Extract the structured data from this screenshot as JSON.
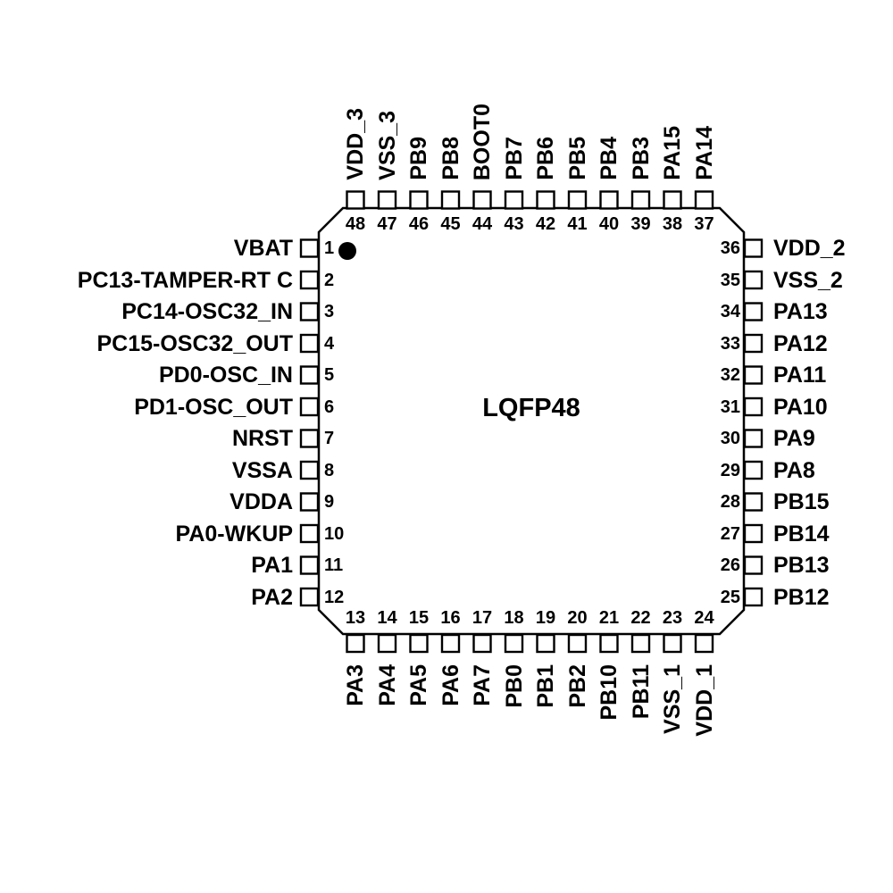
{
  "chip": {
    "package_label": "LQFP48",
    "pin1_marker": "filled-dot"
  },
  "colors": {
    "ink": "#000000",
    "background": "#ffffff"
  },
  "pins": {
    "left": [
      {
        "num": "1",
        "label": "VBAT"
      },
      {
        "num": "2",
        "label": "PC13-TAMPER-RT C"
      },
      {
        "num": "3",
        "label": "PC14-OSC32_IN"
      },
      {
        "num": "4",
        "label": "PC15-OSC32_OUT"
      },
      {
        "num": "5",
        "label": "PD0-OSC_IN"
      },
      {
        "num": "6",
        "label": "PD1-OSC_OUT"
      },
      {
        "num": "7",
        "label": "NRST"
      },
      {
        "num": "8",
        "label": "VSSA"
      },
      {
        "num": "9",
        "label": "VDDA"
      },
      {
        "num": "10",
        "label": "PA0-WKUP"
      },
      {
        "num": "11",
        "label": "PA1"
      },
      {
        "num": "12",
        "label": "PA2"
      }
    ],
    "bottom": [
      {
        "num": "13",
        "label": "PA3"
      },
      {
        "num": "14",
        "label": "PA4"
      },
      {
        "num": "15",
        "label": "PA5"
      },
      {
        "num": "16",
        "label": "PA6"
      },
      {
        "num": "17",
        "label": "PA7"
      },
      {
        "num": "18",
        "label": "PB0"
      },
      {
        "num": "19",
        "label": "PB1"
      },
      {
        "num": "20",
        "label": "PB2"
      },
      {
        "num": "21",
        "label": "PB10"
      },
      {
        "num": "22",
        "label": "PB11"
      },
      {
        "num": "23",
        "label": "VSS_1"
      },
      {
        "num": "24",
        "label": "VDD_1"
      }
    ],
    "right": [
      {
        "num": "36",
        "label": "VDD_2"
      },
      {
        "num": "35",
        "label": "VSS_2"
      },
      {
        "num": "34",
        "label": "PA13"
      },
      {
        "num": "33",
        "label": "PA12"
      },
      {
        "num": "32",
        "label": "PA11"
      },
      {
        "num": "31",
        "label": "PA10"
      },
      {
        "num": "30",
        "label": "PA9"
      },
      {
        "num": "29",
        "label": "PA8"
      },
      {
        "num": "28",
        "label": "PB15"
      },
      {
        "num": "27",
        "label": "PB14"
      },
      {
        "num": "26",
        "label": "PB13"
      },
      {
        "num": "25",
        "label": "PB12"
      }
    ],
    "top": [
      {
        "num": "48",
        "label": "VDD_3"
      },
      {
        "num": "47",
        "label": "VSS_3"
      },
      {
        "num": "46",
        "label": "PB9"
      },
      {
        "num": "45",
        "label": "PB8"
      },
      {
        "num": "44",
        "label": "BOOT0"
      },
      {
        "num": "43",
        "label": "PB7"
      },
      {
        "num": "42",
        "label": "PB6"
      },
      {
        "num": "41",
        "label": "PB5"
      },
      {
        "num": "40",
        "label": "PB4"
      },
      {
        "num": "39",
        "label": "PB3"
      },
      {
        "num": "38",
        "label": "PA15"
      },
      {
        "num": "37",
        "label": "PA14"
      }
    ]
  }
}
